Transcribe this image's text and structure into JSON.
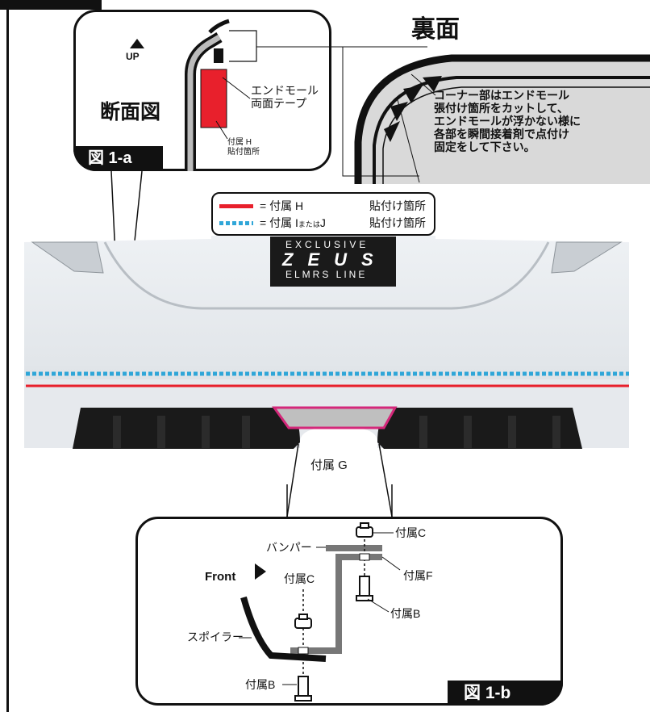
{
  "fig_a": {
    "up_label": "UP",
    "section_title": "断面図",
    "tape_label": "エンドモール\n両面テープ",
    "part_label": "付属 H\n貼付箇所",
    "caption": "図 1-a"
  },
  "back_view": {
    "title": "裏面",
    "note": "コーナー部はエンドモール\n張付け箇所をカットして、\nエンドモールが浮かない様に\n各部を瞬間接着剤で点付け\n固定をして下さい。"
  },
  "legend": {
    "row1_prefix": "= 付属 H",
    "row1_suffix": "貼付け箇所",
    "row2_prefix": "= 付属 I",
    "row2_small": "または",
    "row2_mid": "J",
    "row2_suffix": "貼付け箇所",
    "color_h": "#e8202c",
    "color_ij": "#2fa6d8"
  },
  "plate": {
    "line1": "EXCLUSIVE",
    "line2": "ZEUS",
    "line3": "ELMRS LINE"
  },
  "bumper_label": "付属 G",
  "fig_b": {
    "part_c_top": "付属C",
    "bumper": "バンパー",
    "part_f": "付属F",
    "front": "Front",
    "part_c_mid": "付属C",
    "part_b_right": "付属B",
    "spoiler": "スポイラー",
    "part_b_bottom": "付属B",
    "caption": "図 1-b"
  }
}
